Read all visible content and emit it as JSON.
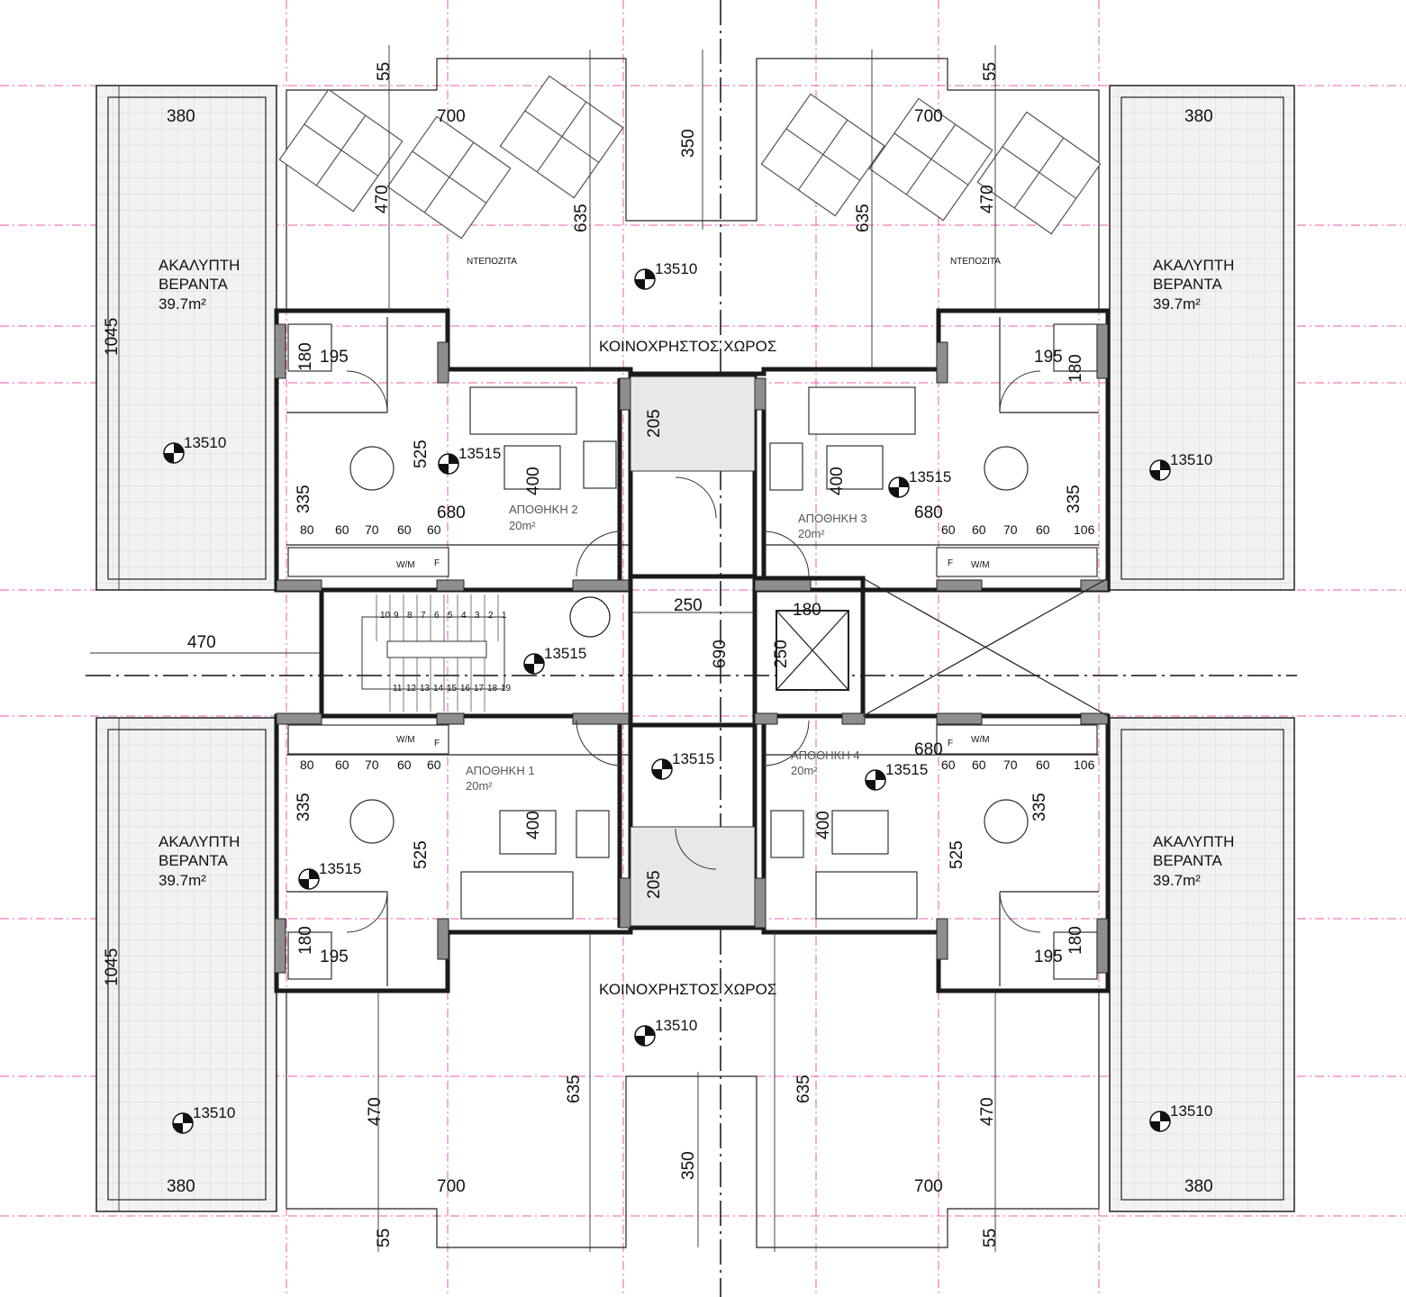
{
  "colors": {
    "grid": "#e8348c",
    "wall": "#1a1a1a",
    "veranda_fill": "#f2f2f2",
    "common_fill": "#f7f7f7",
    "column": "#8e8e8e"
  },
  "labels": {
    "uncovered_veranda_line1": "ΑΚΑΛΥΠΤΗ",
    "uncovered_veranda_line2": "ΒΕΡΑΝΤΑ",
    "veranda_area": "39.7m²",
    "common_area": "ΚΟΙΝΟΧΡΗΣΤΟΣ ΧΩΡΟΣ",
    "tank": "ΝΤΕΠΟΖΙΤΑ",
    "storage_1": "ΑΠΟΘΗΚΗ 1",
    "storage_2": "ΑΠΟΘΗΚΗ 2",
    "storage_3": "ΑΠΟΘΗΚΗ 3",
    "storage_4": "ΑΠΟΘΗΚΗ 4",
    "storage_area": "20m²",
    "wm": "W/M",
    "fridge": "F"
  },
  "levels": {
    "outdoor": "13510",
    "indoor": "13515"
  },
  "dims": {
    "d380": "380",
    "d700": "700",
    "d55": "55",
    "d350": "350",
    "d470": "470",
    "d635": "635",
    "d1045": "1045",
    "d195": "195",
    "d180": "180",
    "d525": "525",
    "d335": "335",
    "d680": "680",
    "d400": "400",
    "d205": "205",
    "d250": "250",
    "d690": "690",
    "d80": "80",
    "d60": "60",
    "d70": "70",
    "d106": "106"
  },
  "stair_steps_top": [
    "10",
    "9",
    "8",
    "7",
    "6",
    "5",
    "4",
    "3",
    "2",
    "1"
  ],
  "stair_steps_bottom": [
    "11",
    "12",
    "13",
    "14",
    "15",
    "16",
    "17",
    "18",
    "19"
  ]
}
